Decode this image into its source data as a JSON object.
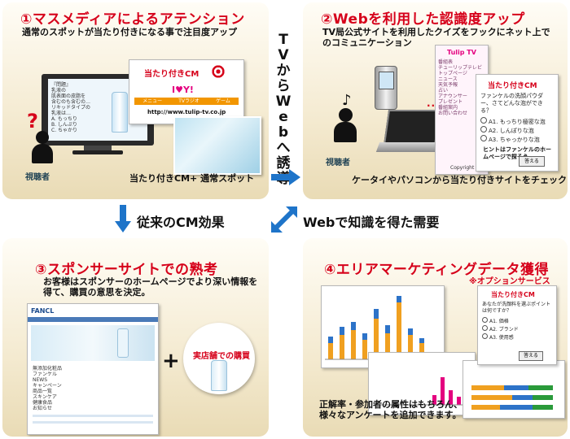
{
  "arrows_text": {
    "vertical": [
      "T",
      "V",
      "か",
      "ら",
      "W",
      "e",
      "b",
      "へ",
      "誘",
      "導"
    ],
    "left_down": "従来のCM効果",
    "right_diag": "Webで知識を得た需要"
  },
  "panel1": {
    "title": "①マスメディアによるアテンション",
    "desc": "通常のスポットが当たり付きになる事で注目度アップ",
    "viewer": "視聴者",
    "caption": "当たり付きCM+ 通常スポット",
    "tv_quiz_lines": [
      "『問題』",
      "乳液の",
      "肌表面の皮脂を",
      "含むのも含むの…",
      "リキッドタイプの",
      "乳液は…",
      "A. もっちり",
      "B. しんぷり",
      "C. ちゃかり"
    ],
    "cm_card": {
      "title": "当たり付きCM",
      "logo": "I♥Y!",
      "menu": [
        "メニュー",
        "TVラジオ",
        "ゲーム"
      ],
      "url": "http://www.tulip-tv.co.jp"
    }
  },
  "panel2": {
    "title": "②Webを利用した認識度アップ",
    "desc": "TV局公式サイトを利用したクイズをフックにネット上でのコミュニケーション",
    "viewer": "視聴者",
    "caption": "ケータイやパソコンから当たり付きサイトをチェック",
    "quiz": {
      "title": "当たり付きCM",
      "question": "ファンケルの洗顔パウダー、さてどんな泡ができる？",
      "options": [
        "A1. もっちり極密な泡",
        "A2. しんぽりな泡",
        "A3. ちゃっかりな泡"
      ],
      "hint": "ヒントはファンケルのホームページで探そう",
      "button": "答える"
    },
    "mobile_header": "Tulip TV",
    "mobile_lines": [
      "番組表",
      "チューリップテレビ",
      "トップページ",
      "ニュース",
      "天気予報",
      "占い",
      "アナウンサー",
      "プレゼント",
      "番組案内",
      "お問い合わせ"
    ],
    "mobile_footer": "Copyright"
  },
  "panel3": {
    "title": "③スポンサーサイトでの熟考",
    "desc": "お客様はスポンサーのホームページでより深い情報を得て、購買の意思を決定。",
    "plus": "+",
    "store_label": "実店舗での購買",
    "site_logo": "FANCL",
    "site_lines": [
      "無添加化粧品",
      "ファンケル",
      "NEWS",
      "キャンペーン",
      "商品一覧",
      "スキンケア",
      "健康食品",
      "お知らせ"
    ]
  },
  "panel4": {
    "title": "④エリアマーケティングデータ獲得",
    "subtitle": "※オプションサービス",
    "caption": "正解率・参加者の属性はもちろん、様々なアンケートを追加できます。",
    "survey": {
      "title": "当たり付きCM",
      "question": "あなたが洗顔料を選ぶポイントは何ですか？",
      "options": [
        "A1. 価格",
        "A2. ブランド",
        "A3. 使用感"
      ],
      "button": "答える"
    }
  },
  "colors": {
    "title_red": "#d6001a",
    "arrow_blue": "#1e74c9",
    "panel_top": "#fffdf6",
    "panel_bottom": "#e9dbb5"
  },
  "icons": [
    "person-silhouette-icon",
    "question-mark-icon",
    "music-note-icon",
    "tv-icon",
    "laptop-icon",
    "mobile-phone-icon",
    "target-icon",
    "lotion-bottle-icon",
    "down-arrow-icon",
    "right-arrow-icon",
    "double-diagonal-arrow-icon"
  ]
}
